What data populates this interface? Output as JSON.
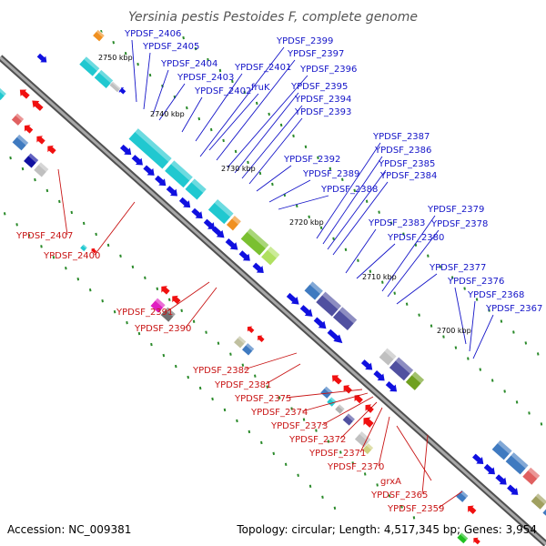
{
  "header": {
    "title": "Yersinia pestis Pestoides F, complete genome"
  },
  "footer": {
    "accession": "Accession: NC_009381",
    "summary": "Topology: circular; Length: 4,517,345 bp; Genes: 3,954"
  },
  "colors": {
    "forward_label": "#1414c8",
    "reverse_label": "#c81414",
    "backbone": "#808080",
    "tick": "#2a8a2a"
  },
  "scale_labels": [
    "2750 kbp",
    "2740 kbp",
    "2730 kbp",
    "2720 kbp",
    "2710 kbp",
    "2700 kbp"
  ],
  "forward_labels": [
    "YPDSF_2406",
    "YPDSF_2405",
    "YPDSF_2404",
    "YPDSF_2403",
    "YPDSF_2402",
    "YPDSF_2401",
    "fruK",
    "YPDSF_2399",
    "YPDSF_2397",
    "YPDSF_2396",
    "YPDSF_2395",
    "YPDSF_2394",
    "YPDSF_2393",
    "YPDSF_2392",
    "YPDSF_2389",
    "YPDSF_2388",
    "YPDSF_2387",
    "YPDSF_2386",
    "YPDSF_2385",
    "YPDSF_2384",
    "YPDSF_2383",
    "YPDSF_2380",
    "YPDSF_2379",
    "YPDSF_2378",
    "YPDSF_2377",
    "YPDSF_2376",
    "YPDSF_2368",
    "YPDSF_2367"
  ],
  "reverse_labels": [
    "YPDSF_2407",
    "YPDSF_2400",
    "YPDSF_2391",
    "YPDSF_2390",
    "YPDSF_2382",
    "YPDSF_2381",
    "YPDSF_2375",
    "YPDSF_2374",
    "YPDSF_2373",
    "YPDSF_2372",
    "YPDSF_2371",
    "YPDSF_2370",
    "grxA",
    "YPDSF_2365",
    "YPDSF_2359"
  ]
}
